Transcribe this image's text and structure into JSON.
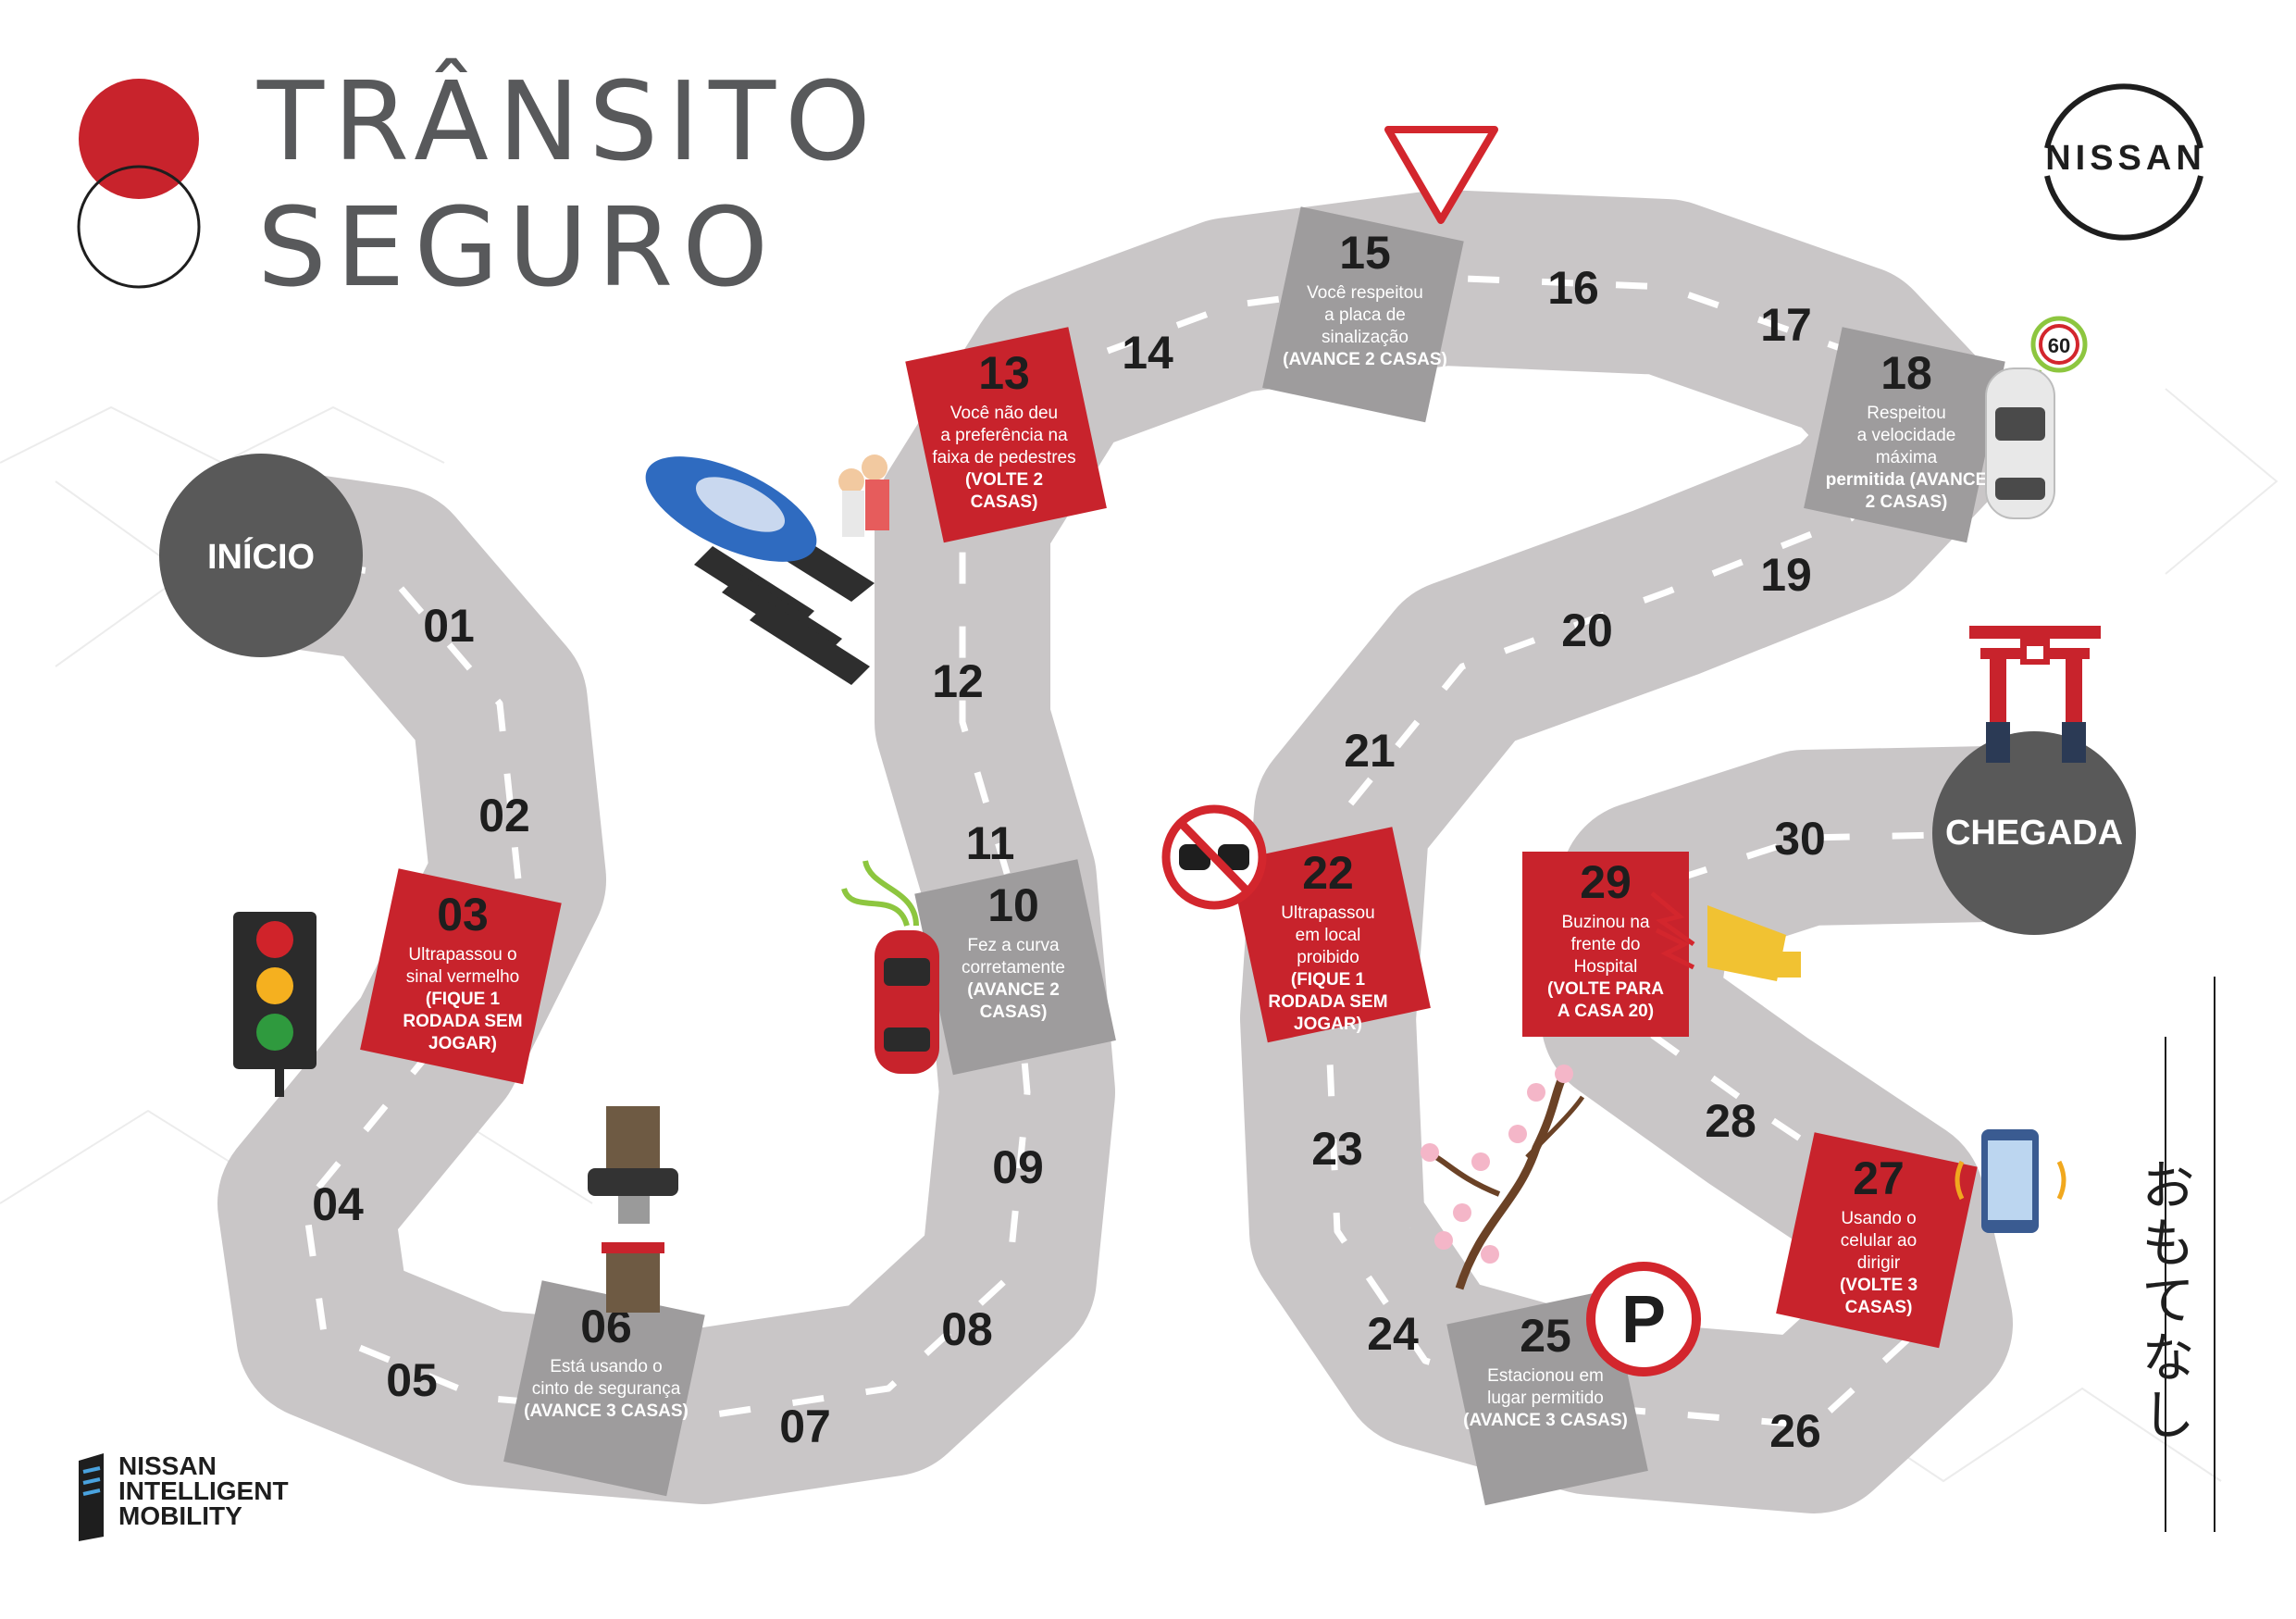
{
  "title": {
    "line1": "TRÂNSITO",
    "line2": "SEGURO"
  },
  "brand": {
    "name": "NISSAN",
    "sub": [
      "NISSAN",
      "INTELLIGENT",
      "MOBILITY"
    ]
  },
  "japanese_text": "おもてなし",
  "start_label": "INÍCIO",
  "finish_label": "CHEGADA",
  "colors": {
    "road": "#c9c6c7",
    "special": "#9e9c9d",
    "penalty": "#c8232c",
    "dark": "#595959",
    "accent": "#c8232c"
  },
  "squares": [
    {
      "n": "01",
      "kind": "normal"
    },
    {
      "n": "02",
      "kind": "normal"
    },
    {
      "n": "03",
      "kind": "penalty",
      "text": [
        "Ultrapassou o",
        "sinal vermelho"
      ],
      "action": [
        "(FIQUE 1",
        "RODADA SEM",
        "JOGAR)"
      ]
    },
    {
      "n": "04",
      "kind": "normal"
    },
    {
      "n": "05",
      "kind": "normal"
    },
    {
      "n": "06",
      "kind": "bonus",
      "text": [
        "Está usando o",
        "cinto de segurança"
      ],
      "action": [
        "(AVANCE 3 CASAS)"
      ]
    },
    {
      "n": "07",
      "kind": "normal"
    },
    {
      "n": "08",
      "kind": "normal"
    },
    {
      "n": "09",
      "kind": "normal"
    },
    {
      "n": "10",
      "kind": "bonus",
      "text": [
        "Fez a curva",
        "corretamente"
      ],
      "action": [
        "(AVANCE 2",
        "CASAS)"
      ]
    },
    {
      "n": "11",
      "kind": "normal"
    },
    {
      "n": "12",
      "kind": "normal"
    },
    {
      "n": "13",
      "kind": "penalty",
      "text": [
        "Você não deu",
        "a preferência na",
        "faixa de pedestres"
      ],
      "action": [
        "(VOLTE 2",
        "CASAS)"
      ]
    },
    {
      "n": "14",
      "kind": "normal"
    },
    {
      "n": "15",
      "kind": "bonus",
      "text": [
        "Você respeitou",
        "a placa de",
        "sinalização"
      ],
      "action": [
        "(AVANCE 2 CASAS)"
      ]
    },
    {
      "n": "16",
      "kind": "normal"
    },
    {
      "n": "17",
      "kind": "normal"
    },
    {
      "n": "18",
      "kind": "bonus",
      "text": [
        "Respeitou",
        "a velocidade",
        "máxima"
      ],
      "action": [
        "permitida (AVANCE",
        "2 CASAS)"
      ]
    },
    {
      "n": "19",
      "kind": "normal"
    },
    {
      "n": "20",
      "kind": "normal"
    },
    {
      "n": "21",
      "kind": "normal"
    },
    {
      "n": "22",
      "kind": "penalty",
      "text": [
        "Ultrapassou",
        "em local",
        "proibido"
      ],
      "action": [
        "(FIQUE 1",
        "RODADA SEM",
        "JOGAR)"
      ]
    },
    {
      "n": "23",
      "kind": "normal"
    },
    {
      "n": "24",
      "kind": "normal"
    },
    {
      "n": "25",
      "kind": "bonus",
      "text": [
        "Estacionou em",
        "lugar permitido"
      ],
      "action": [
        "(AVANCE 3 CASAS)"
      ]
    },
    {
      "n": "26",
      "kind": "normal"
    },
    {
      "n": "27",
      "kind": "penalty",
      "text": [
        "Usando o",
        "celular ao",
        "dirigir"
      ],
      "action": [
        "(VOLTE 3",
        "CASAS)"
      ]
    },
    {
      "n": "28",
      "kind": "normal"
    },
    {
      "n": "29",
      "kind": "penalty",
      "text": [
        "Buzinou na",
        "frente do",
        "Hospital"
      ],
      "action": [
        "(VOLTE PARA",
        "A CASA 20)"
      ]
    },
    {
      "n": "30",
      "kind": "normal"
    }
  ],
  "icons": {
    "speed_limit": "60",
    "parking": "P",
    "illustrations": [
      "traffic-light-icon",
      "seatbelt-icon",
      "car-turn-icon",
      "crosswalk-icon",
      "yield-sign-icon",
      "speed-limit-icon",
      "no-overtaking-icon",
      "horn-icon",
      "torii-gate-icon",
      "sakura-branch-icon",
      "parking-sign-icon",
      "phone-icon"
    ]
  }
}
